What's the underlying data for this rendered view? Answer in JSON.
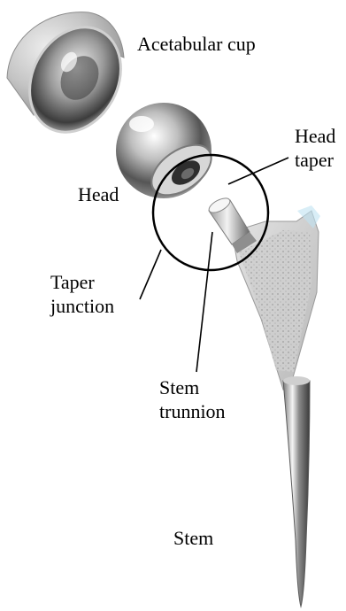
{
  "labels": {
    "acetabular_cup": "Acetabular cup",
    "head": "Head",
    "head_taper_line1": "Head",
    "head_taper_line2": "taper",
    "taper_junction_line1": "Taper",
    "taper_junction_line2": "junction",
    "stem_trunnion_line1": "Stem",
    "stem_trunnion_line2": "trunnion",
    "stem": "Stem"
  },
  "colors": {
    "background": "#ffffff",
    "text": "#000000",
    "callout_line": "#000000",
    "metal_light": "#e6e6e6",
    "metal_dark": "#4a4a4a",
    "porous_coating": "#c9c9c9"
  }
}
